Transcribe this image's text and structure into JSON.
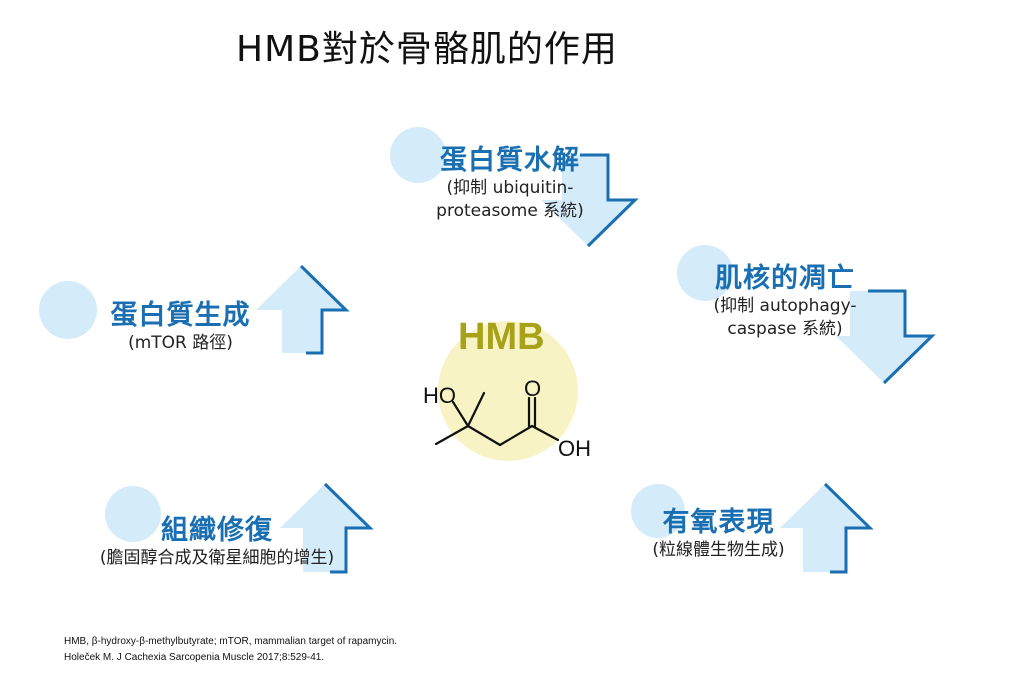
{
  "title": "HMB對於骨骼肌的作用",
  "center": {
    "label": "HMB",
    "molecule_labels": {
      "hydroxyl": "HO",
      "carbonyl_o": "O",
      "acid_oh": "OH"
    }
  },
  "effects": {
    "proteolysis": {
      "name": "蛋白質水解",
      "sub_line1": "(抑制 ubiquitin-",
      "sub_line2": "proteasome 系統)",
      "direction": "down"
    },
    "atrophy": {
      "name": "肌核的凋亡",
      "sub_line1": "(抑制 autophagy-",
      "sub_line2": "caspase 系統)",
      "direction": "down"
    },
    "synthesis": {
      "name": "蛋白質生成",
      "sub_line1": "(mTOR 路徑)",
      "direction": "up"
    },
    "repair": {
      "name": "組織修復",
      "sub_line1": "(膽固醇合成及衛星細胞的增生)",
      "direction": "up"
    },
    "aerobic": {
      "name": "有氧表現",
      "sub_line1": "(粒線體生物生成)",
      "direction": "up"
    }
  },
  "footnote": {
    "line1": "HMB, β-hydroxy-β-methylbutyrate; mTOR, mammalian target of rapamycin.",
    "line2": "Holeček M. J Cachexia Sarcopenia Muscle 2017;8:529-41."
  },
  "colors": {
    "accent_blue": "#1a6fb2",
    "light_blue": "#d4ebfa",
    "hmb_gold": "#a8a21a",
    "hmb_glow": "#f8f3c4"
  },
  "icons": {
    "arrow_down": "arrow-down-icon",
    "arrow_up": "arrow-up-icon"
  }
}
